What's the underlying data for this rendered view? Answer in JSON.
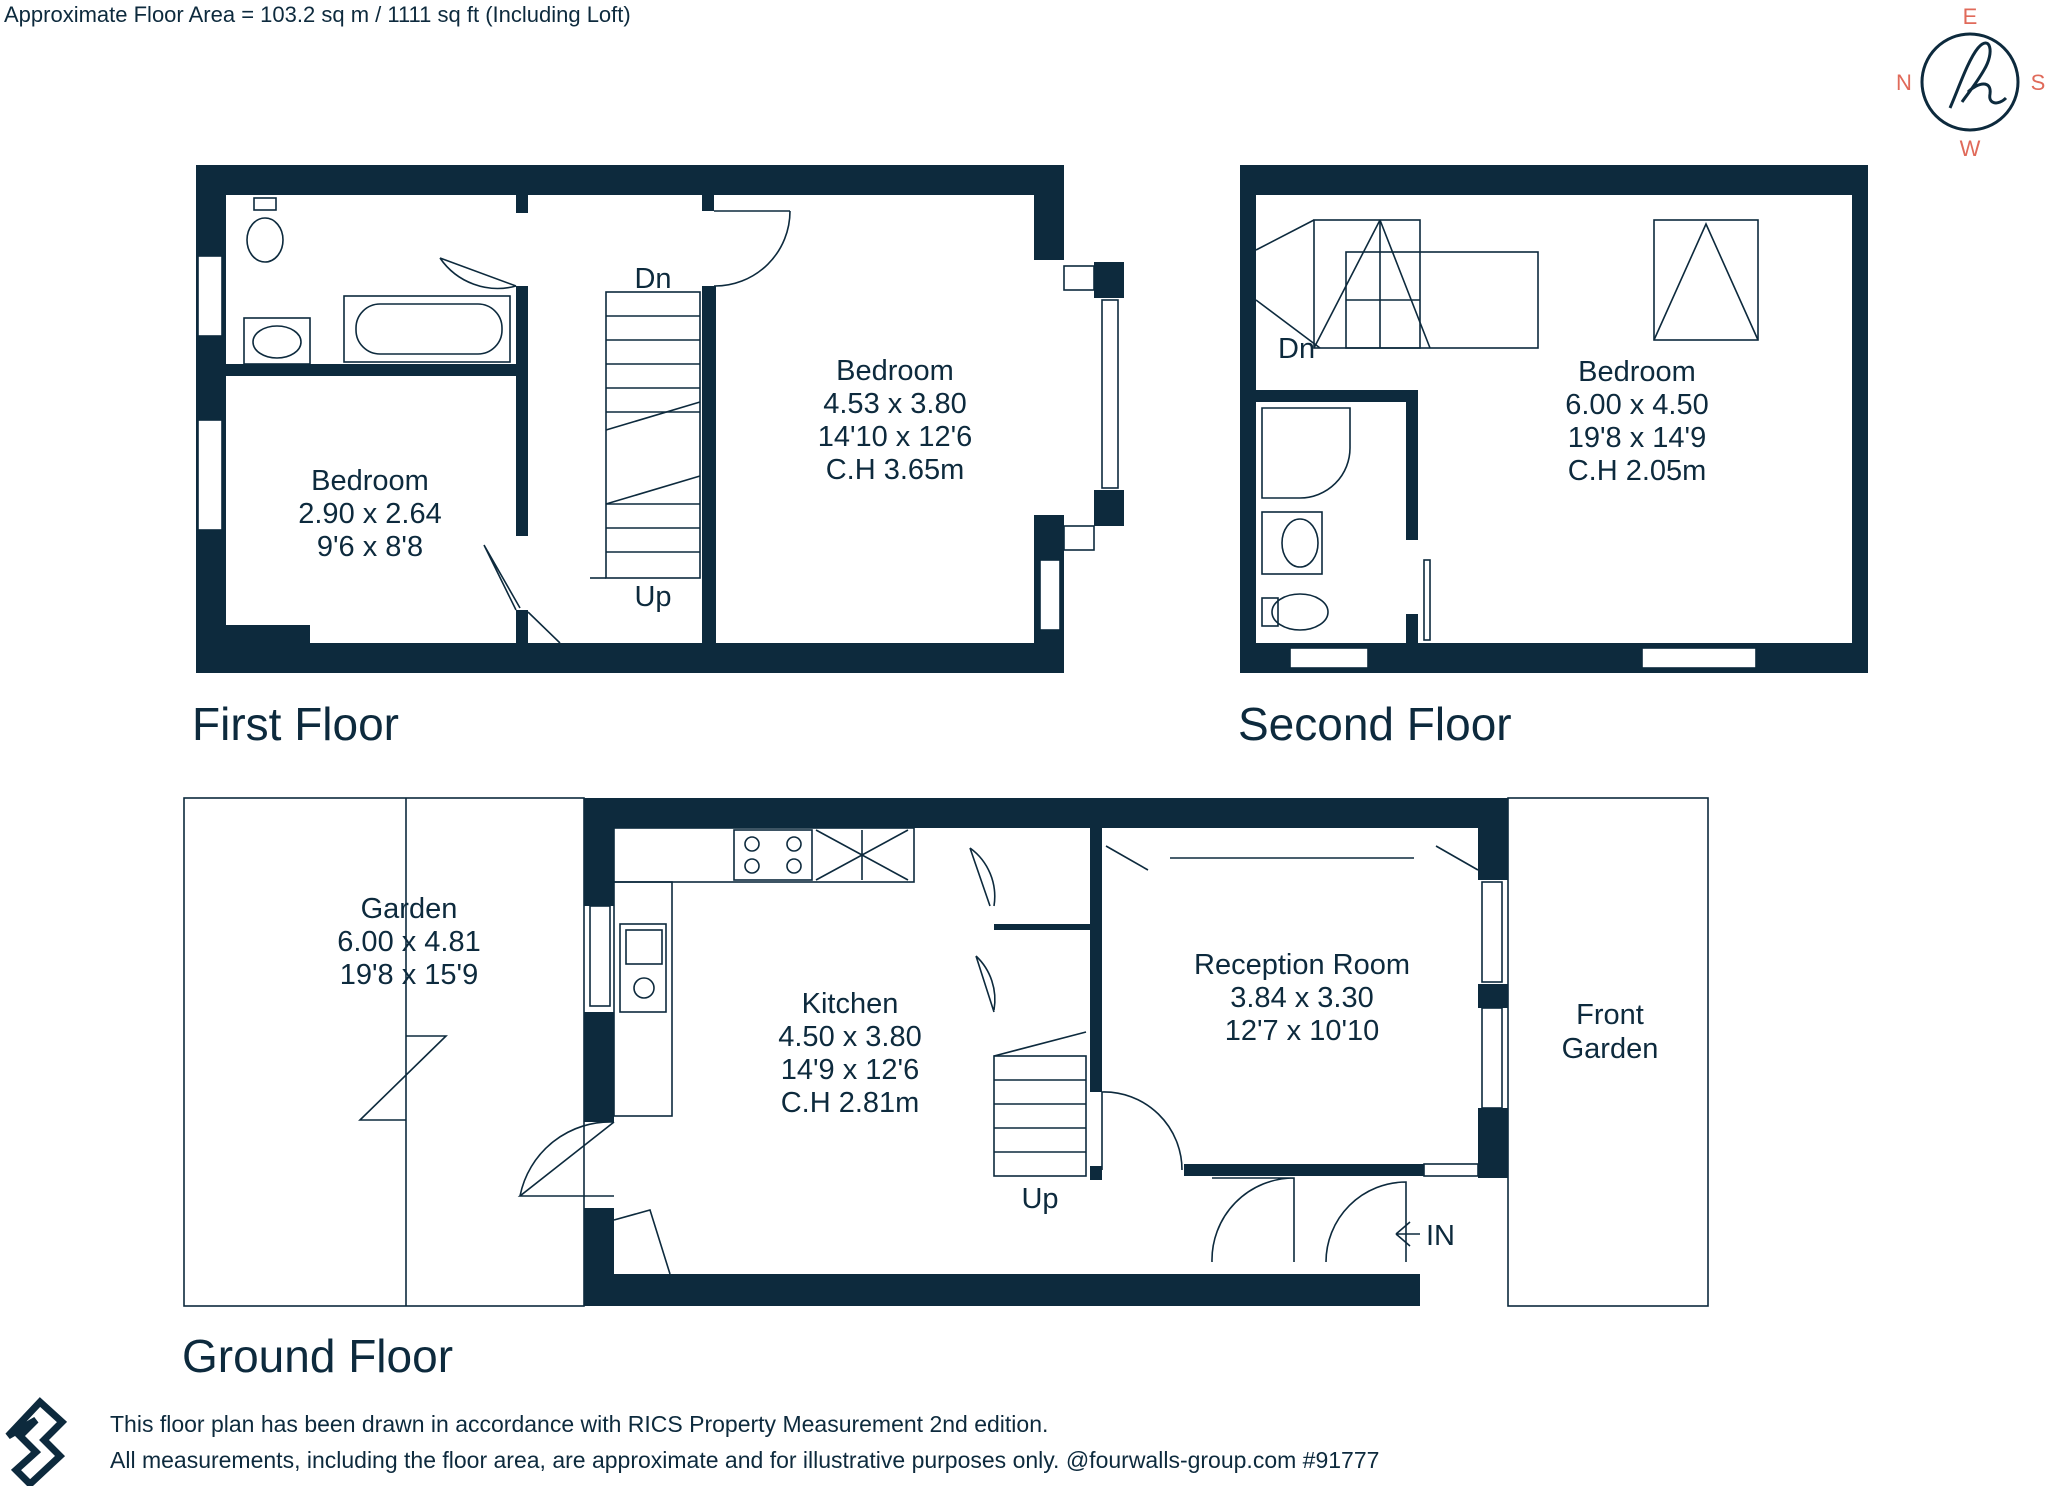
{
  "header": {
    "floor_area": "Approximate Floor Area = 103.2 sq m / 1111 sq ft (Including Loft)"
  },
  "compass": {
    "north": "N",
    "east": "E",
    "south": "S",
    "west": "W"
  },
  "floors": {
    "first": "First Floor",
    "second": "Second Floor",
    "ground": "Ground Floor"
  },
  "rooms": {
    "first_bedroom_large": {
      "name": "Bedroom",
      "metric": "4.53 x 3.80",
      "imperial": "14'10 x 12'6",
      "ceiling": "C.H 3.65m"
    },
    "first_bedroom_small": {
      "name": "Bedroom",
      "metric": "2.90 x 2.64",
      "imperial": "9'6 x 8'8"
    },
    "second_bedroom": {
      "name": "Bedroom",
      "metric": "6.00 x 4.50",
      "imperial": "19'8 x 14'9",
      "ceiling": "C.H 2.05m"
    },
    "garden": {
      "name": "Garden",
      "metric": "6.00 x 4.81",
      "imperial": "19'8 x 15'9"
    },
    "kitchen": {
      "name": "Kitchen",
      "metric": "4.50 x 3.80",
      "imperial": "14'9 x 12'6",
      "ceiling": "C.H 2.81m"
    },
    "reception": {
      "name": "Reception Room",
      "metric": "3.84 x 3.30",
      "imperial": "12'7 x 10'10"
    },
    "front_garden": {
      "line1": "Front",
      "line2": "Garden"
    }
  },
  "stairs": {
    "dn": "Dn",
    "up": "Up"
  },
  "entrance": "IN",
  "footer": {
    "line1": "This floor plan has been drawn in accordance with RICS Property Measurement 2nd edition.",
    "line2": "All measurements, including the floor area, are approximate and for illustrative purposes only. @fourwalls-group.com #91777"
  },
  "colors": {
    "wall": "#0d2a3d",
    "compass_letters": "#e06a5a",
    "background": "#ffffff"
  },
  "icons": {
    "compass": "compass-logo-icon",
    "brand": "fourwalls-logo-icon"
  }
}
